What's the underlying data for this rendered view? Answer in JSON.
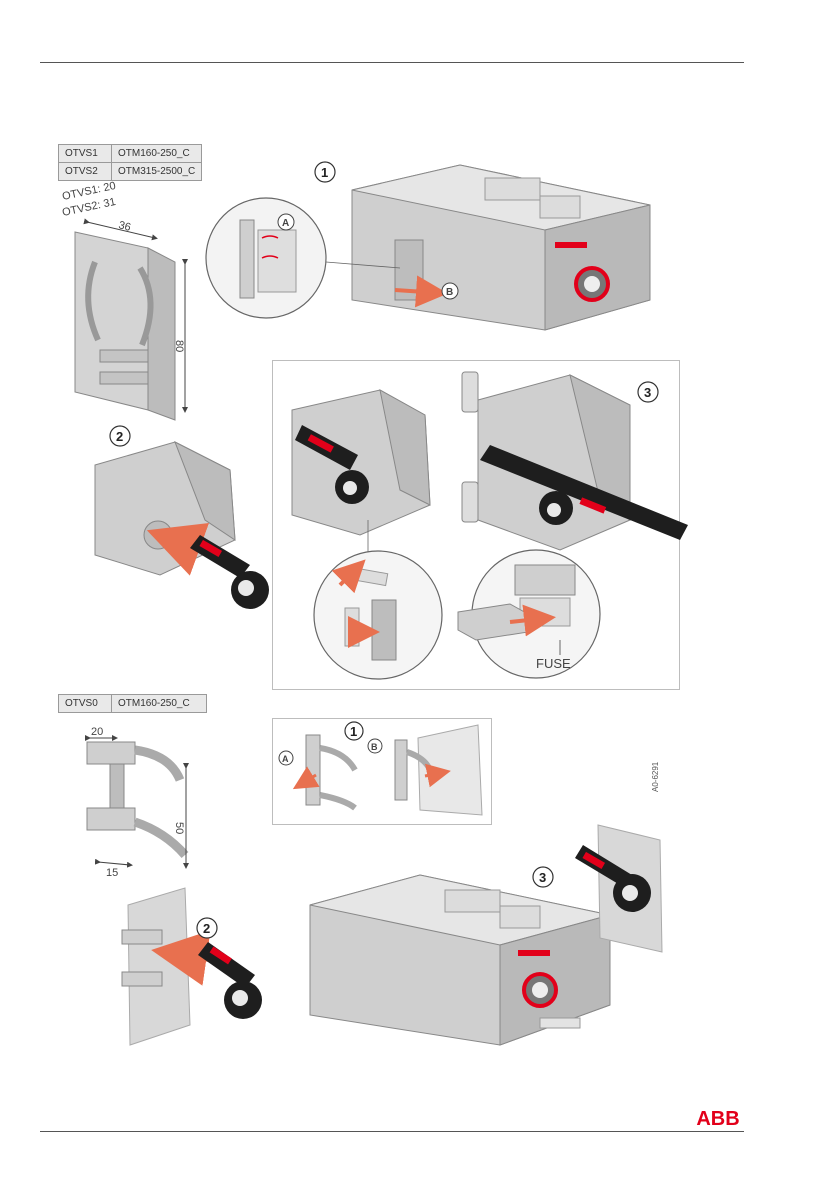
{
  "table_top": {
    "rows": [
      {
        "code": "OTVS1",
        "model": "OTM160-250_C"
      },
      {
        "code": "OTVS2",
        "model": "OTM315-2500_C"
      }
    ]
  },
  "table_bottom": {
    "rows": [
      {
        "code": "OTVS0",
        "model": "OTM160-250_C"
      }
    ]
  },
  "dimensions_top": {
    "otvs1": "OTVS1: 20",
    "otvs2": "OTVS2: 31",
    "width": "36",
    "height": "80"
  },
  "dimensions_bottom": {
    "width": "20",
    "height": "50",
    "offset": "15"
  },
  "callouts": {
    "a": "A",
    "b": "B",
    "fuse": "FUSE"
  },
  "steps": {
    "one": "1",
    "two": "2",
    "three": "3"
  },
  "figure_code": "A0-6291",
  "logo": "ABB",
  "colors": {
    "accent_red": "#e2001a",
    "handle_black": "#1e1e1e",
    "device_gray": "#cfcfcf",
    "arrow_orange": "#e8704f"
  }
}
